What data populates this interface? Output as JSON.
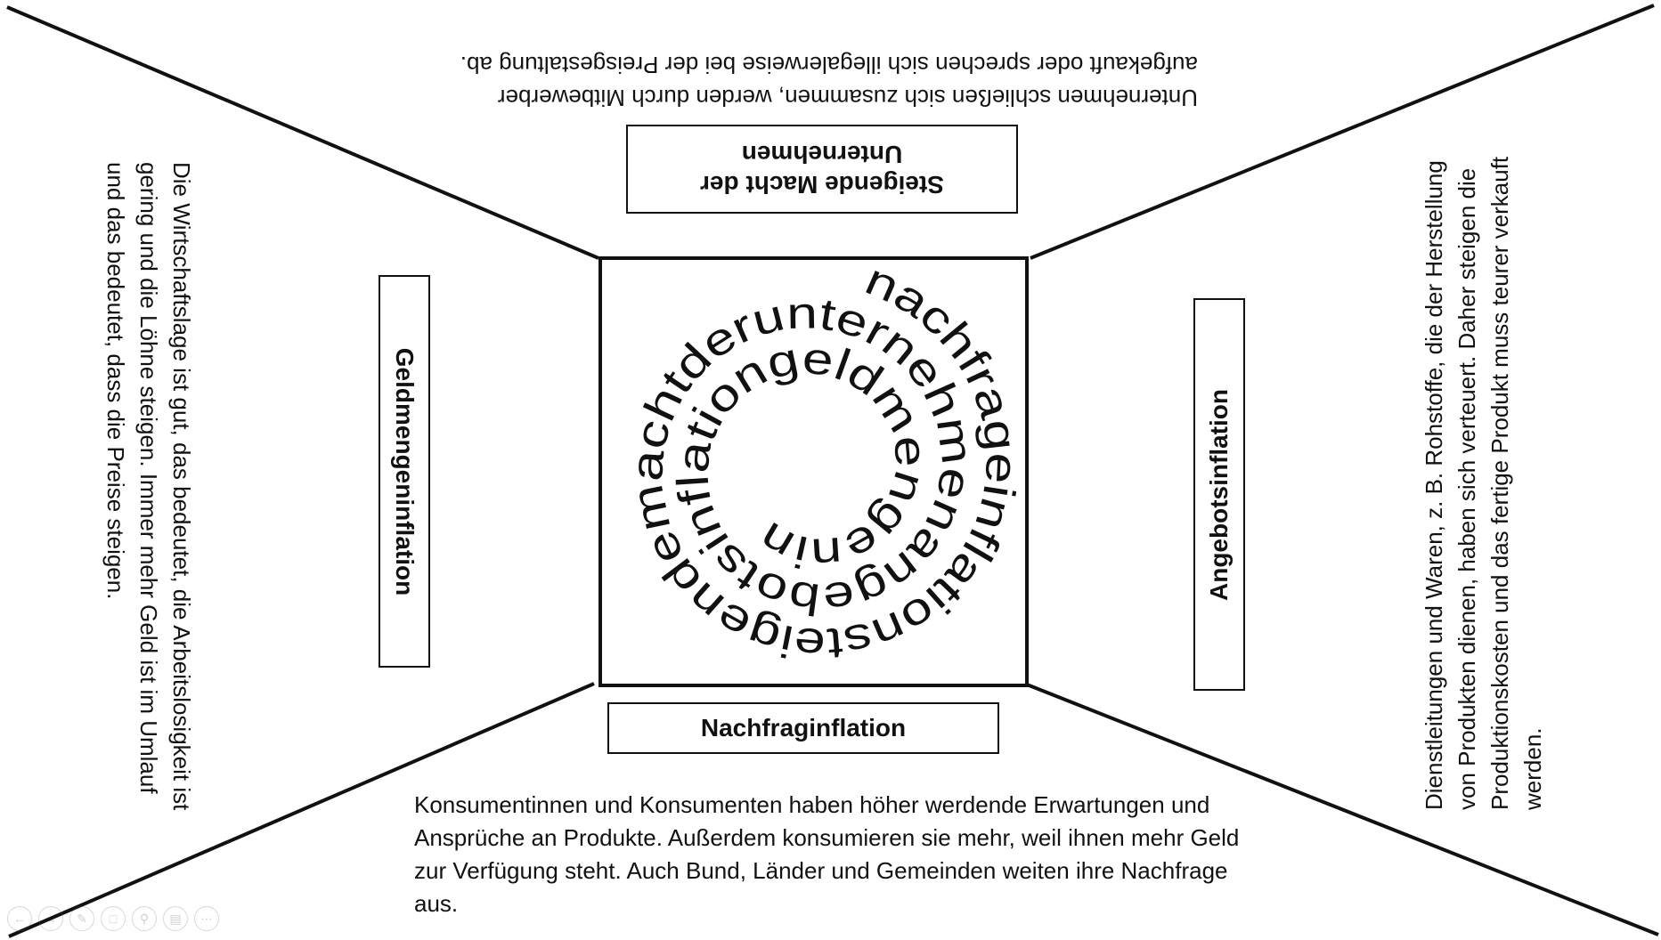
{
  "top": {
    "box_label": "Steigende Macht der Unternehmen",
    "description": "Unternehmen schließen sich zusammen, werden durch Mitbewerber aufgekauft oder sprechen sich illegalerweise bei der Preisgestaltung ab."
  },
  "bottom": {
    "box_label": "Nachfraginflation",
    "description": "Konsumentinnen und Konsumenten haben höher werdende Erwartungen und Ansprüche an Produkte. Außerdem konsumieren sie mehr, weil ihnen mehr Geld zur Verfügung steht. Auch Bund, Länder und Gemeinden weiten ihre Nachfrage aus."
  },
  "left": {
    "box_label": "Geldmengeninflation",
    "description": "Die Wirtschaftslage ist gut, das bedeutet, die Arbeitslosigkeit ist gering und die Löhne steigen. Immer mehr Geld ist im Umlauf und das bedeutet, dass die Preise steigen."
  },
  "right": {
    "box_label": "Angebotsinflation",
    "description": "Dienstleitungen und Waren, z. B. Rohstoffe, die der Herstellung von Produkten dienen, haben sich verteuert. Daher steigen die Produktionskosten und das fertige Produkt muss teurer verkauft werden."
  },
  "center": {
    "spiral_text": "nachfrageinflationsteigendemachtderunternehmenangebotsinflationgeldmengeninflation"
  },
  "toolbar": {
    "icons": [
      "back-icon",
      "forward-icon",
      "pen-icon",
      "slides-icon",
      "zoom-icon",
      "subtitles-icon",
      "more-icon"
    ]
  }
}
